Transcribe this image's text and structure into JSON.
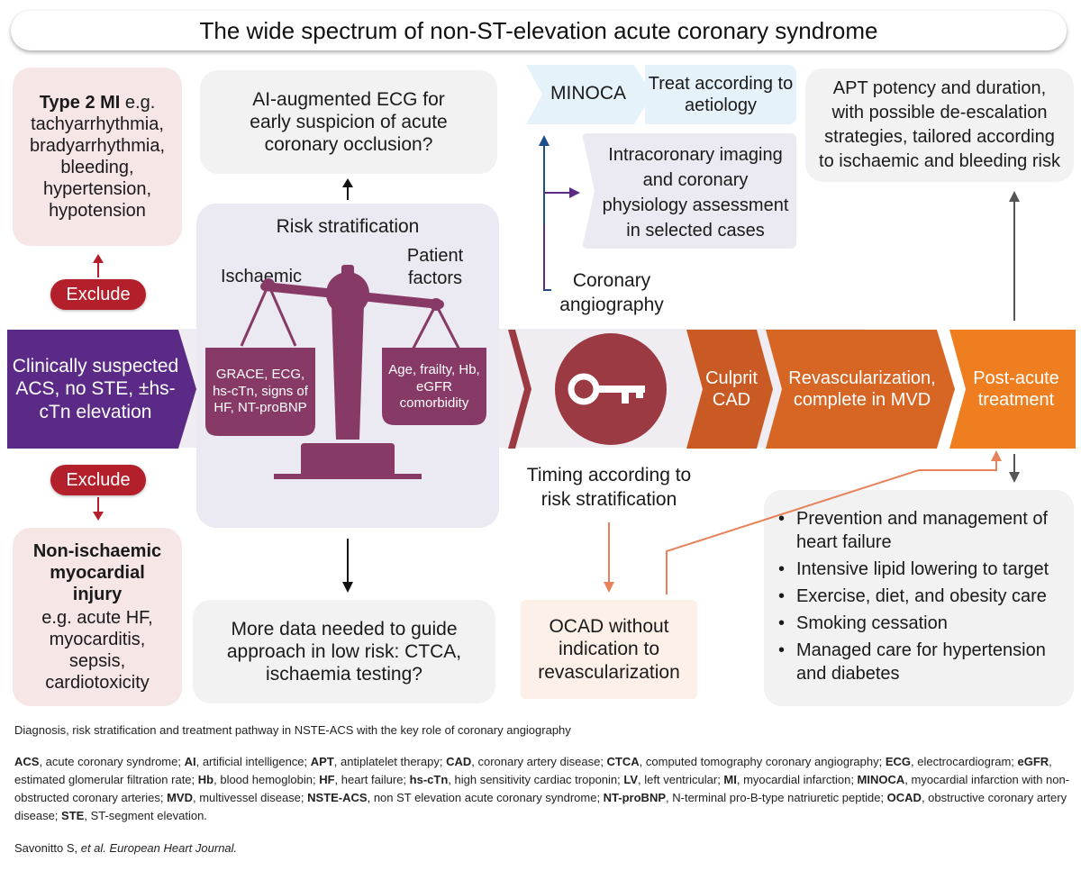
{
  "title": "The wide spectrum of non-ST-elevation acute coronary syndrome",
  "type2mi": {
    "head": "Type 2 MI",
    "rest": " e.g. tachyarrhythmia, bradyarrhythmia, bleeding, hypertension, hypotension"
  },
  "exclude_top": "Exclude",
  "exclude_bottom": "Exclude",
  "nonischaemic": {
    "head": "Non-ischaemic myocardial injury",
    "rest": "e.g. acute HF, myocarditis, sepsis, cardiotoxicity"
  },
  "ai_ecg": "AI-augmented ECG for early suspicion of acute coronary occlusion?",
  "risk": {
    "title": "Risk stratification",
    "left_label": "Ischaemic",
    "right_label": "Patient factors",
    "left_pan": "GRACE, ECG, hs-cTn, signs of HF, NT-proBNP",
    "right_pan": "Age, frailty, Hb, eGFR comorbidity"
  },
  "more_data": "More data needed to guide approach in low risk: CTCA, ischaemia testing?",
  "clinically": "Clinically suspected ACS, no STE, ±hs-cTn elevation",
  "minoca": "MINOCA",
  "treat_aetiology": "Treat according to aetiology",
  "intracoronary": "Intracoronary imaging and coronary physiology assessment in selected cases",
  "coronary_angiography": "Coronary angiography",
  "timing": "Timing according to risk stratification",
  "ocad": "OCAD without indication to revascularization",
  "culprit": "Culprit CAD",
  "revasc": "Revascularization, complete in MVD",
  "postacute": "Post-acute treatment",
  "apt": "APT potency and duration, with possible de-escalation strategies, tailored according to ischaemic and bleeding risk",
  "post_items": [
    "Prevention and management of heart failure",
    "Intensive lipid lowering to target",
    "Exercise, diet, and obesity care",
    "Smoking cessation",
    "Managed care for hypertension and diabetes"
  ],
  "caption": "Diagnosis, risk stratification and treatment pathway in NSTE-ACS with the key role of coronary angiography",
  "abbreviations": [
    {
      "term": "ACS",
      "def": "acute coronary syndrome"
    },
    {
      "term": "AI",
      "def": "artificial intelligence"
    },
    {
      "term": "APT",
      "def": "antiplatelet therapy"
    },
    {
      "term": "CAD",
      "def": "coronary artery disease"
    },
    {
      "term": "CTCA",
      "def": "computed tomography coronary angiography"
    },
    {
      "term": "ECG",
      "def": "electrocardiogram"
    },
    {
      "term": "eGFR",
      "def": "estimated glomerular filtration rate"
    },
    {
      "term": "Hb",
      "def": "blood hemoglobin"
    },
    {
      "term": "HF",
      "def": "heart failure"
    },
    {
      "term": "hs-cTn",
      "def": "high sensitivity cardiac troponin"
    },
    {
      "term": "LV",
      "def": "left ventricular"
    },
    {
      "term": "MI",
      "def": "myocardial infarction"
    },
    {
      "term": "MINOCA",
      "def": "myocardial infarction with non-obstructed coronary arteries"
    },
    {
      "term": "MVD",
      "def": "multivessel disease"
    },
    {
      "term": "NSTE-ACS",
      "def": "non ST elevation acute coronary syndrome"
    },
    {
      "term": "NT-proBNP",
      "def": "N-terminal pro-B-type natriuretic peptide"
    },
    {
      "term": "OCAD",
      "def": "obstructive coronary artery disease"
    },
    {
      "term": "STE",
      "def": "ST-segment elevation"
    }
  ],
  "citation_authors": "Savonitto S, ",
  "citation_journal": "et al. European Heart Journal.",
  "colors": {
    "purple": "#5b2a86",
    "plum": "#873a66",
    "maroon": "#9c3a44",
    "orange_dark": "#c95a23",
    "orange": "#ee7e1f",
    "red": "#b3202b",
    "navy": "#1d4f8a"
  }
}
